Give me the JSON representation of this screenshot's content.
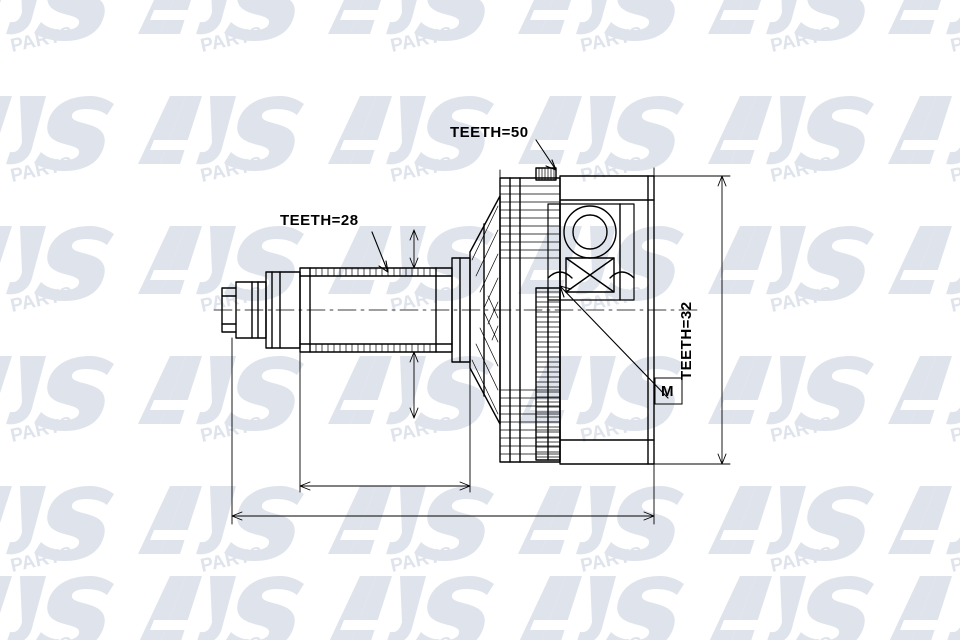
{
  "page": {
    "title": "CV joint technical drawing",
    "background_color": "#ffffff",
    "line_color": "#000000"
  },
  "watermark": {
    "text_main": "AJS",
    "text_sub": "PARTS",
    "color": "#dfe3ec",
    "columns": 5,
    "rows": 5
  },
  "labels": {
    "teeth_outer": "TEETH=50",
    "teeth_inner": "TEETH=28",
    "teeth_abs": "TEETH=32",
    "marker_m": "M"
  },
  "drawing_data": {
    "type": "technical-drawing",
    "subject": "Constant velocity joint kit (CV joint)",
    "callouts": [
      {
        "label": "TEETH=50",
        "points_to": "outer splined ring at top of joint housing"
      },
      {
        "label": "TEETH=28",
        "points_to": "shaft spline section on left"
      },
      {
        "label": "TEETH=32",
        "points_to": "ABS tone ring / inner spline on right"
      },
      {
        "label": "M",
        "points_to": "inner race detail"
      }
    ],
    "dimension_lines": [
      "top horizontal extent over joint body",
      "right vertical overall height",
      "left vertical shaft diameter",
      "bottom horizontal overall length",
      "bottom inner horizontal joint body length"
    ]
  }
}
